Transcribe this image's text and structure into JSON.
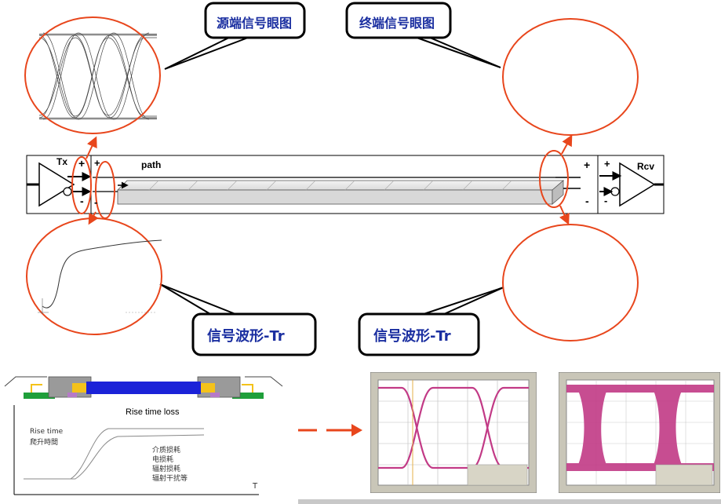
{
  "callouts": {
    "source_eye": "源端信号眼图",
    "term_eye": "终端信号眼图",
    "waveform_left": "信号波形-Tr",
    "waveform_right": "信号波形-Tr"
  },
  "channel": {
    "tx_label": "Tx",
    "rcv_label": "Rcv",
    "path_label": "path",
    "plus": "+",
    "minus": "-"
  },
  "rise_time": {
    "title": "Rise time loss",
    "y_label_en": "Rise time",
    "y_label_zh": "爬升時間",
    "x_label": "T",
    "losses": [
      "介质损耗",
      "电损耗",
      "辐射损耗",
      "辐射干扰等"
    ]
  },
  "colors": {
    "callout_red": "#e8461c",
    "callout_text": "#1a2ea0",
    "trace_blue": "#1b22d8",
    "eye_magenta": "#c23a86"
  }
}
